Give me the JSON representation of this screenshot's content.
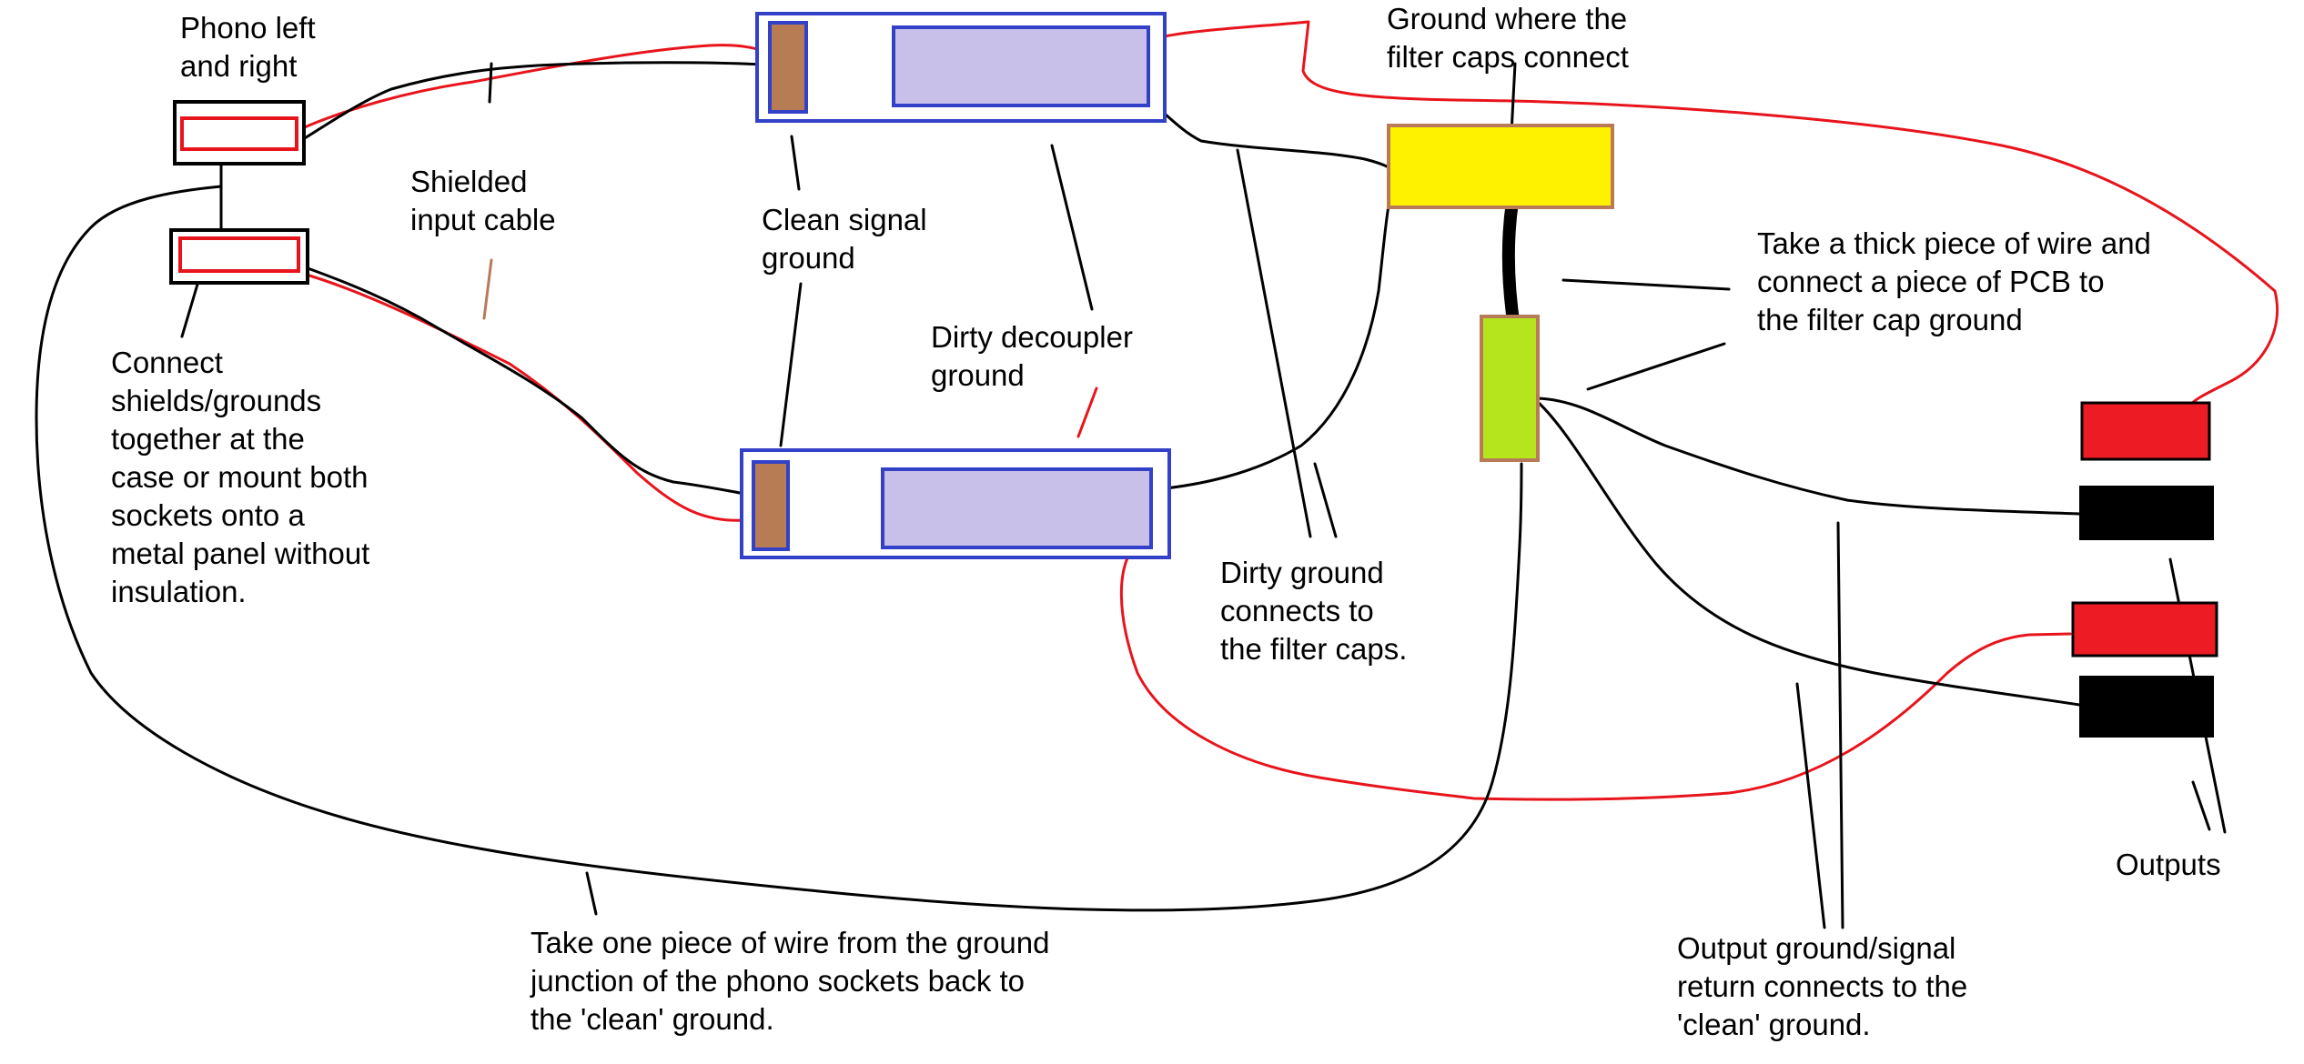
{
  "colors": {
    "background": "#ffffff",
    "wire_black": "#000000",
    "wire_red": "#e8141c",
    "board_outline": "#3340c8",
    "board_fill": "#ffffff",
    "clean_pad": "#b87c54",
    "dirty_area": "#c8c0e8",
    "filter_ground": "#fff200",
    "pcb_piece": "#b5e61d",
    "component_border": "#b97a57",
    "output_red": "#ed1c24",
    "output_black": "#000000"
  },
  "labels": {
    "phono": [
      "Phono left",
      "and right"
    ],
    "shielded": [
      "Shielded",
      "input cable"
    ],
    "clean_signal": [
      "Clean signal",
      "ground"
    ],
    "ground_filter": [
      "Ground where the",
      "filter caps connect"
    ],
    "thick_wire": [
      "Take a thick piece of wire and",
      "connect a piece of PCB to",
      "the filter cap ground"
    ],
    "connect_shields": [
      "Connect",
      "shields/grounds",
      "together at the",
      "case or mount both",
      "sockets onto a",
      "metal panel without",
      "insulation."
    ],
    "dirty_decoupler": [
      "Dirty decoupler",
      "ground"
    ],
    "dirty_ground": [
      "Dirty ground",
      "connects to",
      "the filter caps."
    ],
    "outputs": [
      "Outputs"
    ],
    "take_one": [
      "Take one piece of wire from the ground",
      "junction of the phono sockets back to",
      "the 'clean' ground."
    ],
    "output_ground": [
      "Output ground/signal",
      "return connects to the",
      "'clean' ground."
    ]
  }
}
